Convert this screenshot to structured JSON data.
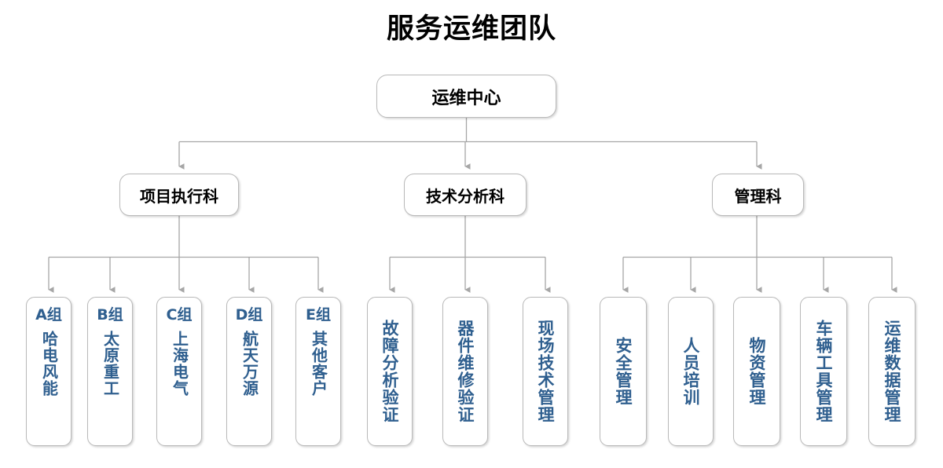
{
  "title": "服务运维团队",
  "colors": {
    "title_text": "#000000",
    "node_text": "#000000",
    "leaf_text": "#2f5f8f",
    "border": "#b9b9b9",
    "connector": "#a6a6a6",
    "background": "#ffffff"
  },
  "root": {
    "label": "运维中心"
  },
  "departments": [
    {
      "label": "项目执行科"
    },
    {
      "label": "技术分析科"
    },
    {
      "label": "管理科"
    }
  ],
  "groups": [
    {
      "parent": "项目执行科",
      "leaves": [
        {
          "tag": "A组",
          "label": "哈电风能"
        },
        {
          "tag": "B组",
          "label": "太原重工"
        },
        {
          "tag": "C组",
          "label": "上海电气"
        },
        {
          "tag": "D组",
          "label": "航天万源"
        },
        {
          "tag": "E组",
          "label": "其他客户"
        }
      ]
    },
    {
      "parent": "技术分析科",
      "leaves": [
        {
          "tag": "",
          "label": "故障分析验证"
        },
        {
          "tag": "",
          "label": "器件维修验证"
        },
        {
          "tag": "",
          "label": "现场技术管理"
        }
      ]
    },
    {
      "parent": "管理科",
      "leaves": [
        {
          "tag": "",
          "label": "安全管理"
        },
        {
          "tag": "",
          "label": "人员培训"
        },
        {
          "tag": "",
          "label": "物资管理"
        },
        {
          "tag": "",
          "label": "车辆工具管理"
        },
        {
          "tag": "",
          "label": "运维数据管理"
        }
      ]
    }
  ]
}
